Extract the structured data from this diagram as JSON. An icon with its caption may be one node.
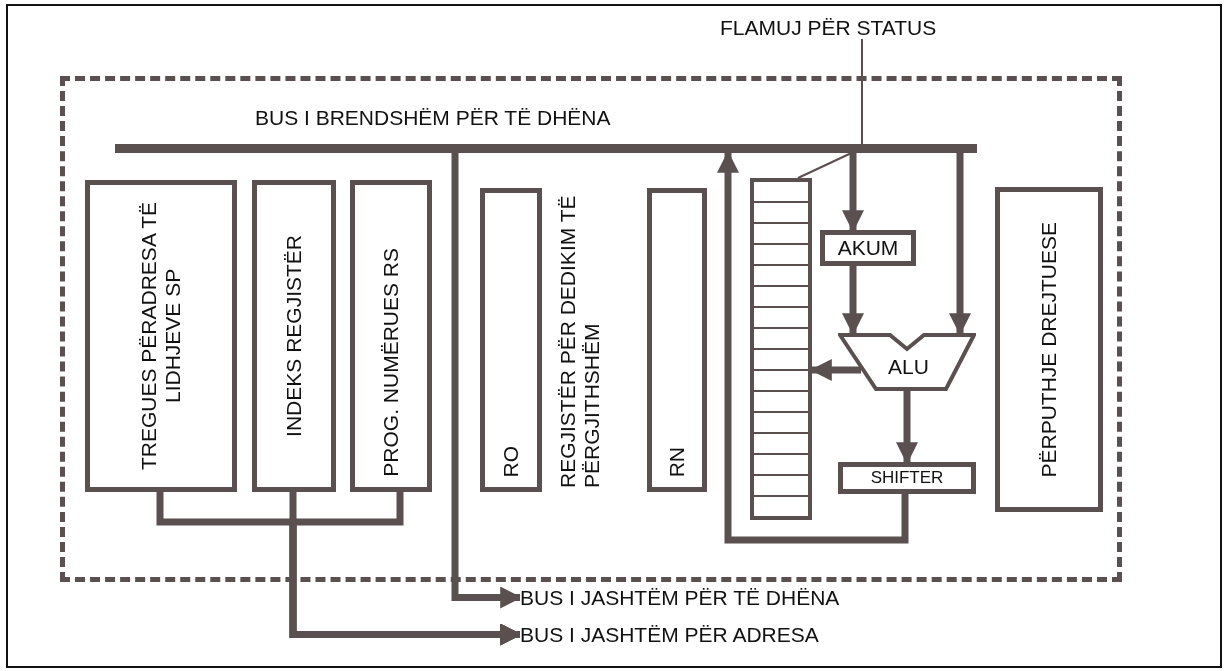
{
  "diagram": {
    "nodes": [
      {
        "text": [
          "BUS I BRENDSHËM PËR TË DHËNA"
        ]
      },
      {
        "text": [
          "TREGUES PËRADRESA TË LIDHJEVE SP"
        ]
      },
      {
        "text": [
          "INDEKS REGJISTËR"
        ]
      },
      {
        "text": [
          "PROG. NUMËRUES RS"
        ]
      },
      {
        "text": [
          "RO"
        ]
      },
      {
        "text": [
          "RN"
        ]
      },
      {
        "text": [
          "FLAMUJ PËR STATUS"
        ]
      },
      {
        "text": [],
        "shape": "box"
      },
      {
        "text": [
          "AKUM"
        ]
      },
      {
        "text": [
          "ALU"
        ]
      },
      {
        "text": [
          "SHIFTER"
        ]
      },
      {
        "text": [
          "PËRPUTHJE DREJTUESE"
        ]
      },
      {
        "text": [
          "BUS I JASHTËM PËR TË DHËNA"
        ]
      },
      {
        "text": [
          "BUS I JASHTËM PËR ADRESA"
        ]
      }
    ],
    "edges": [
      {
        "from": 0,
        "to": 8,
        "arrow": "to"
      },
      {
        "from": 8,
        "to": 9,
        "arrow": "to"
      },
      {
        "from": 0,
        "to": 9,
        "arrow": "to"
      },
      {
        "from": 9,
        "to": 7,
        "arrow": "to"
      },
      {
        "from": 9,
        "to": 10,
        "arrow": "to"
      },
      {
        "from": 10,
        "to": 0,
        "arrow": "to"
      },
      {
        "from": 0,
        "to": 12,
        "arrow": "to"
      },
      {
        "from": 1,
        "to": 13,
        "arrow": "to"
      },
      {
        "from": 2,
        "to": 13,
        "arrow": "to"
      },
      {
        "from": 3,
        "to": 13,
        "arrow": "to"
      },
      {
        "from": 6,
        "to": 7,
        "arrow": "none"
      }
    ],
    "labels": [
      "REGJISTËR PËR DEDIKIM TË PËRGJITHSHËM"
    ]
  }
}
